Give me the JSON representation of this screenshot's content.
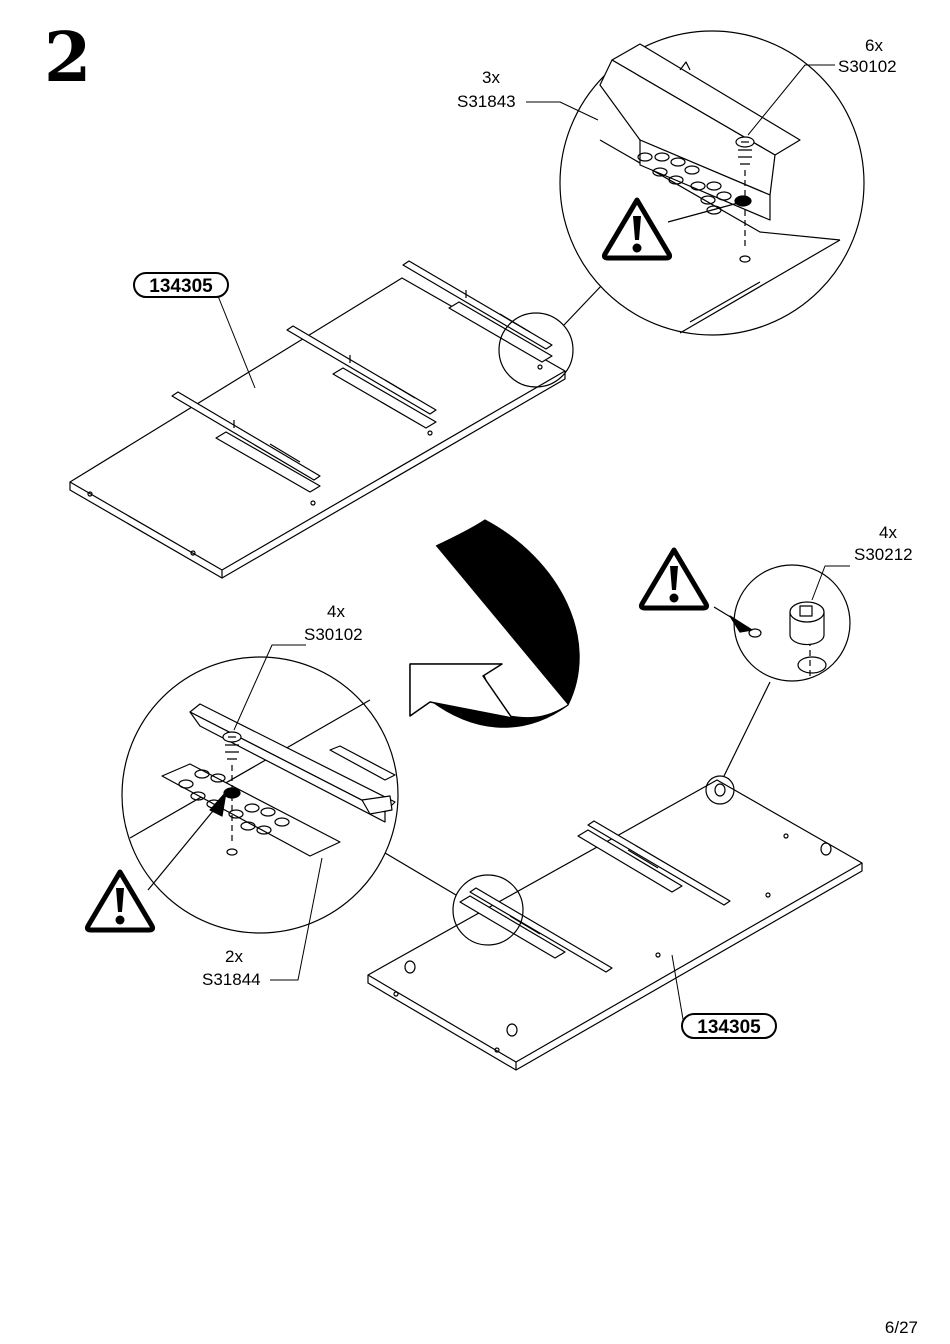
{
  "step_number": "2",
  "page_number": "6/27",
  "panel_id_label": "134305",
  "callouts": {
    "top_screw": {
      "qty": "6x",
      "code": "S30102"
    },
    "top_rail": {
      "qty": "3x",
      "code": "S31843"
    },
    "cam": {
      "qty": "4x",
      "code": "S30212"
    },
    "bottom_screw": {
      "qty": "4x",
      "code": "S30102"
    },
    "bottom_rail": {
      "qty": "2x",
      "code": "S31844"
    }
  }
}
